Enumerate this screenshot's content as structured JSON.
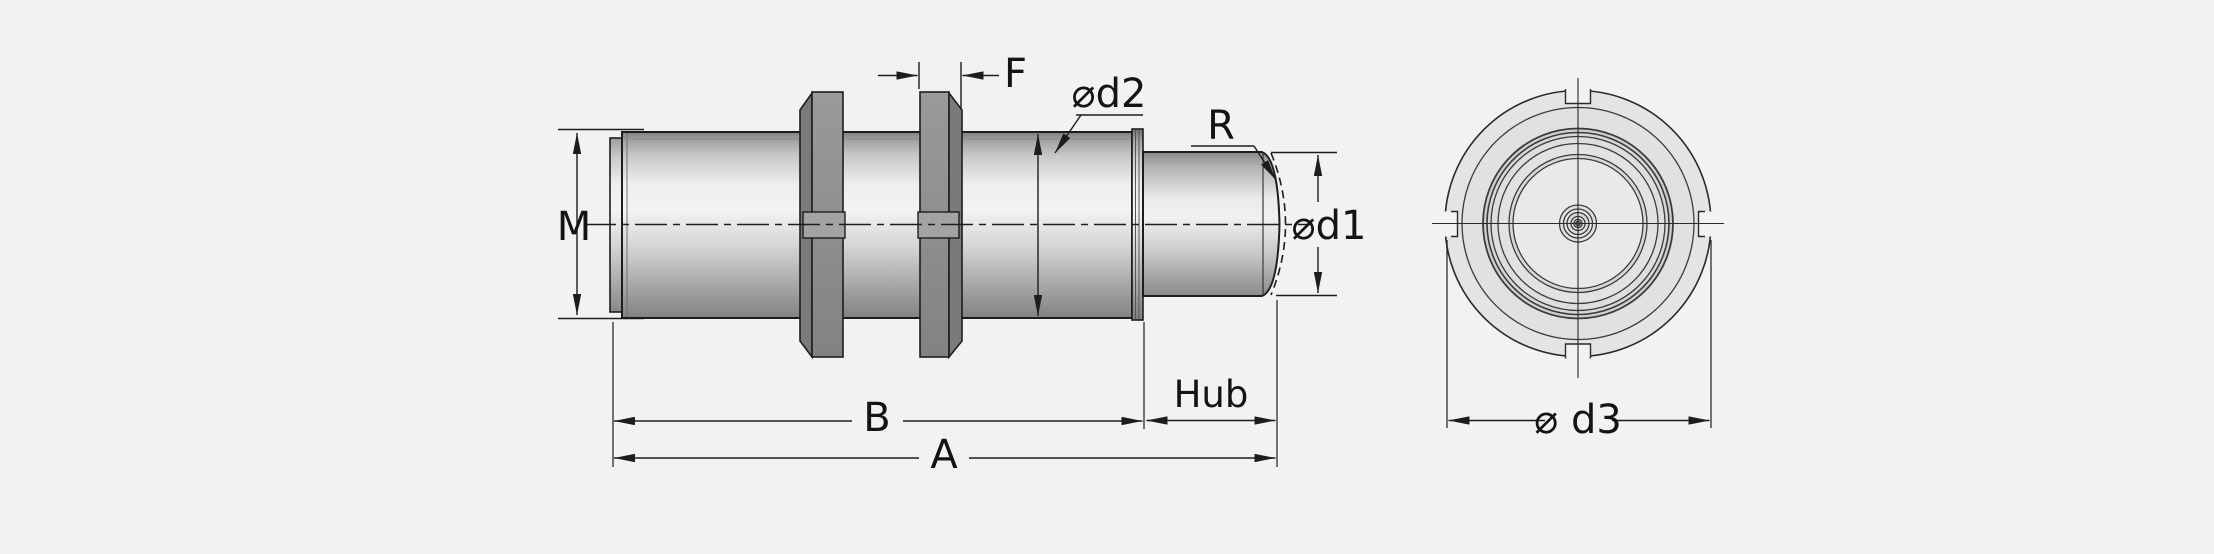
{
  "drawing": {
    "type": "technical-drawing-shock-absorber",
    "side_view": {
      "labels": {
        "thread_size": "M",
        "nut_width": "F",
        "outer_diameter": "⌀d2",
        "rod_end_radius": "R",
        "rod_diameter": "⌀d1",
        "stroke_length": "Hub",
        "body_length": "B",
        "total_length": "A"
      }
    },
    "front_view": {
      "labels": {
        "flange_diameter": "⌀ d3"
      }
    },
    "colors": {
      "background": "#f1f2f2",
      "outline": "#1d1d1d",
      "metal_highlight": "#f3f3f3",
      "metal_shadow": "#858585",
      "nut_face": "#8f8f8f",
      "nut_chamfer": "#7a7a7a",
      "nut_band": "#a3a3a3",
      "front_fill": "#e4e4e4"
    }
  }
}
